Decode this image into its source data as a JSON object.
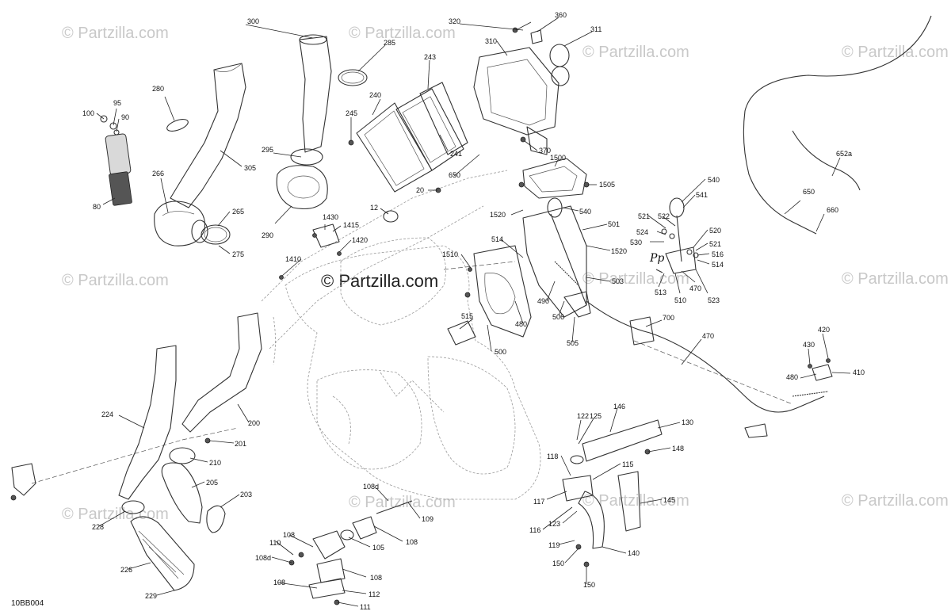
{
  "diagram_code": "10BB004",
  "watermark": {
    "text": "© Partzilla.com",
    "main_text": "© Partzilla.com"
  },
  "callouts": {
    "c100": "100",
    "c95": "95",
    "c90": "90",
    "c80": "80",
    "c280": "280",
    "c305": "305",
    "c266": "266",
    "c265": "265",
    "c275": "275",
    "c300": "300",
    "c285": "285",
    "c295": "295",
    "c290": "290",
    "c240": "240",
    "c243": "243",
    "c245": "245",
    "c241": "241",
    "c320": "320",
    "c360": "360",
    "c311": "311",
    "c310": "310",
    "c370": "370",
    "c1500": "1500",
    "c1505": "1505",
    "c650a": "650",
    "c20": "20",
    "c12": "12",
    "c1430": "1430",
    "c1415": "1415",
    "c1420": "1420",
    "c1410": "1410",
    "c1510": "1510",
    "c1520a": "1520",
    "c540a": "540",
    "c514a": "514",
    "c501": "501",
    "c1520b": "1520",
    "c503": "503",
    "c490": "490",
    "c506": "506",
    "c505": "505",
    "c480a": "480",
    "c500": "500",
    "c515": "515",
    "c540b": "540",
    "c521a": "521",
    "c522": "522",
    "c541": "541",
    "c524": "524",
    "c520": "520",
    "c530": "530",
    "c521b": "521",
    "c516": "516",
    "c514b": "514",
    "c513": "513",
    "c470a": "470",
    "c510": "510",
    "c523": "523",
    "c652a": "652a",
    "c650b": "650",
    "c660": "660",
    "c700": "700",
    "c470b": "470",
    "c420": "420",
    "c430": "430",
    "c480b": "480",
    "c410": "410",
    "c224": "224",
    "c200": "200",
    "c201": "201",
    "c210": "210",
    "c205": "205",
    "c203": "203",
    "c228": "228",
    "c226": "226",
    "c229": "229",
    "c108d_a": "108d",
    "c109": "109",
    "c108a": "108",
    "c105": "105",
    "c110": "110",
    "c108b": "108",
    "c108d_b": "108d",
    "c108c": "108",
    "c108e": "108",
    "c112": "112",
    "c111": "111",
    "c122": "122",
    "c125": "125",
    "c146": "146",
    "c130": "130",
    "c148": "148",
    "c118": "118",
    "c115": "115",
    "c117": "117",
    "c116": "116",
    "c123": "123",
    "c119": "119",
    "c145": "145",
    "c140": "140",
    "c150a": "150",
    "c150b": "150"
  },
  "colors": {
    "line": "#333333",
    "ghost": "#9a9a9a",
    "watermark": "#c8c8c8",
    "background": "#ffffff"
  }
}
